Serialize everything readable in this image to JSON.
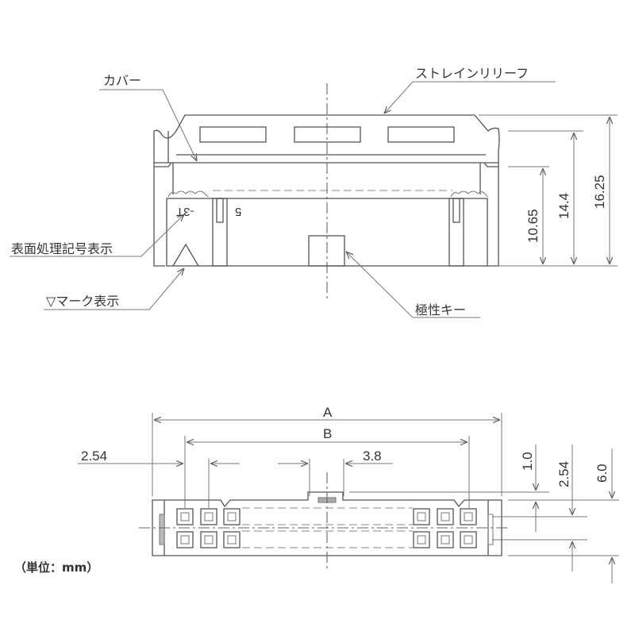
{
  "diagram": {
    "type": "connector-technical-drawing",
    "line_color": "#555555",
    "background": "#ffffff"
  },
  "front_view": {
    "callouts": {
      "cover": "カバー",
      "strain_relief": "ストレインリリーフ",
      "surface_treatment_mark": "表面処理記号表示",
      "triangle_mark": "▽マーク表示",
      "polarity_key": "極性キー"
    },
    "markings": {
      "surface_code": "-3T",
      "pin_number": "5"
    },
    "dimensions": {
      "h1": "10.65",
      "h2": "14.4",
      "h3": "16.25"
    }
  },
  "bottom_view": {
    "dimensions": {
      "overall_width": "A",
      "pin_span": "B",
      "pitch": "2.54",
      "key_width": "3.8",
      "offset_top": "1.0",
      "row_pitch": "2.54",
      "depth": "6.0"
    }
  },
  "unit_note": "（単位：mm）"
}
